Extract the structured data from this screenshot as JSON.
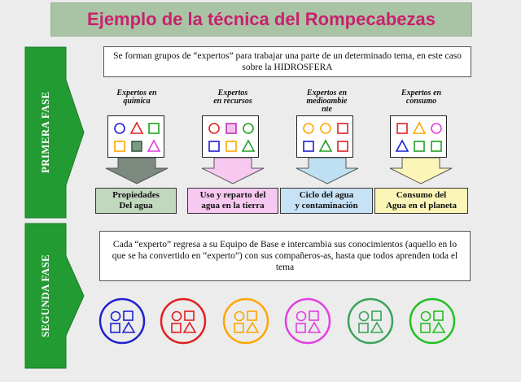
{
  "title": "Ejemplo de la técnica del Rompecabezas",
  "phase1": {
    "label": "PRIMERA FASE",
    "intro": "Se forman grupos de “expertos” para trabajar una parte de un determinado tema, en este caso sobre la HIDROSFERA",
    "groups": [
      {
        "label_line1": "Expertos en",
        "label_line2": "química",
        "label_line3": "",
        "result_line1": "Propiedades",
        "result_line2": "Del agua",
        "arrow_color": "#7d8a7f",
        "result_color": "#c1d7be"
      },
      {
        "label_line1": "Expertos",
        "label_line2": "en recursos",
        "label_line3": "",
        "result_line1": "Uso y reparto del",
        "result_line2": "agua en la tierra",
        "arrow_color": "#f7c8f0",
        "result_color": "#f7c8f0"
      },
      {
        "label_line1": "Expertos en",
        "label_line2": "medioambie",
        "label_line3": "nte",
        "result_line1": "Ciclo del agua",
        "result_line2": "y contaminación",
        "arrow_color": "#bfe0f2",
        "result_color": "#c7e2f5"
      },
      {
        "label_line1": "Expertos en",
        "label_line2": "consumo",
        "label_line3": "",
        "result_line1": "Consumo del",
        "result_line2": "Agua en el planeta",
        "arrow_color": "#fbf6b8",
        "result_color": "#fbf6b8"
      }
    ]
  },
  "phase2": {
    "label": "SEGUNDA FASE",
    "text": "Cada “experto” regresa a su Equipo de Base e intercambia sus conocimientos (aquello en lo que se ha convertido en “experto”) con sus compañeros-as, hasta que todos aprenden toda el tema",
    "team_colors": [
      "#1f1fd0",
      "#e02020",
      "#ffa500",
      "#e23ee0",
      "#3aa35a",
      "#22c022"
    ]
  },
  "colors": {
    "title_text": "#c8206e",
    "title_bg": "#a9c4a5",
    "phase_arrow": "#239b33"
  }
}
